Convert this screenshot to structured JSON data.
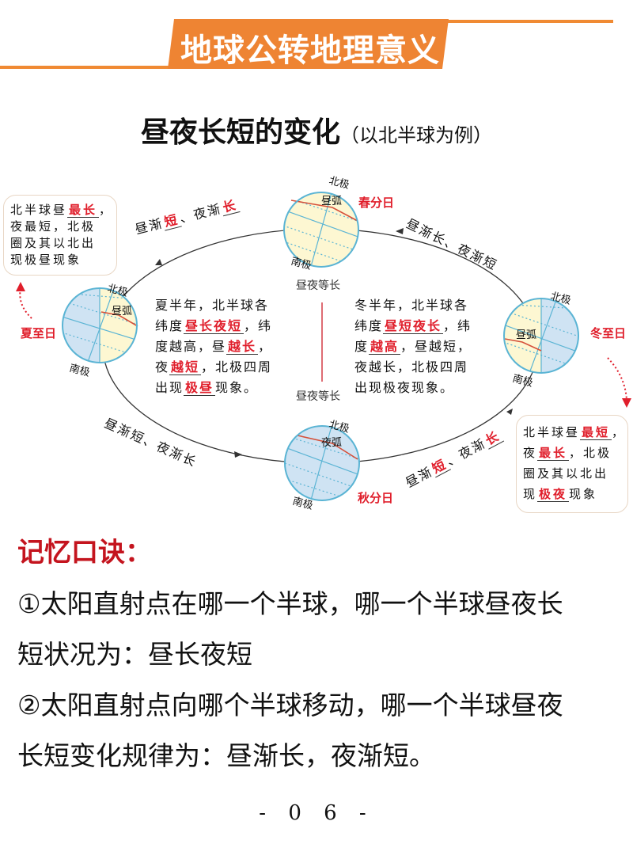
{
  "header": {
    "title": "地球公转地理意义",
    "accent_color": "#ee8433"
  },
  "subtitle": {
    "main": "昼夜长短的变化",
    "note": "（以北半球为例）"
  },
  "diagram": {
    "positions": {
      "spring": {
        "label": "春分日",
        "north": "北极",
        "south": "南极",
        "arc": "昼弧",
        "caption": "昼夜等长"
      },
      "summer": {
        "label": "夏至日",
        "north": "北极",
        "south": "南极",
        "arc": "昼弧"
      },
      "autumn": {
        "label": "秋分日",
        "north": "北极",
        "south": "南极",
        "arc": "夜弧",
        "caption": "昼夜等长"
      },
      "winter": {
        "label": "冬至日",
        "north": "北极",
        "south": "南极",
        "arc": "昼弧"
      }
    },
    "orbit_labels": {
      "spring_to_summer": {
        "prefix": "昼渐",
        "blank1": "短",
        "mid": "、夜渐",
        "blank2": "长"
      },
      "winter_to_spring": "昼渐长、夜渐短",
      "summer_to_autumn": "昼渐短、夜渐长",
      "autumn_to_winter": {
        "prefix": "昼渐",
        "blank1": "短",
        "mid": "、夜渐",
        "blank2": "长"
      }
    },
    "summer_callout": {
      "l1_pre": "北半球昼",
      "l1_blank": "最长",
      "l1_post": "，",
      "l2": "夜最短，北极",
      "l3": "圈及其以北出",
      "l4": "现极昼现象"
    },
    "winter_callout": {
      "l1_pre": "北半球昼",
      "l1_blank": "最短",
      "l1_post": "，",
      "l2_pre": "夜",
      "l2_blank": "最长",
      "l2_post": "，北极",
      "l3": "圈及其以北出",
      "l4_pre": "现",
      "l4_blank": "极夜",
      "l4_post": "现象"
    },
    "summer_half": {
      "l1": "夏半年，北半球各",
      "l2_pre": "纬度",
      "l2_blank": "昼长夜短",
      "l2_post": "，纬",
      "l3_pre": "度越高，昼",
      "l3_blank": "越长",
      "l3_post": "，",
      "l4_pre": "夜",
      "l4_blank": "越短",
      "l4_post": "，北极四周",
      "l5_pre": "出现",
      "l5_blank": "极昼",
      "l5_post": "现象。"
    },
    "winter_half": {
      "l1": "冬半年，北半球各",
      "l2_pre": "纬度",
      "l2_blank": "昼短夜长",
      "l2_post": "，纬",
      "l3_pre": "度",
      "l3_blank": "越高",
      "l3_post": "，昼越短，",
      "l4": "夜越长，北极四周",
      "l5": "出现极夜现象。"
    },
    "colors": {
      "day": "#fdf7d2",
      "night": "#cfe3f3",
      "outline": "#5ab4d4",
      "terminator": "#d5503a",
      "label_red": "#e01e2b"
    }
  },
  "memory": {
    "title": "记忆口诀：",
    "line1": "①太阳直射点在哪一个半球，哪一个半球昼夜长",
    "line2": "短状况为：昼长夜短",
    "line3": "②太阳直射点向哪个半球移动，哪一个半球昼夜",
    "line4": "长短变化规律为：昼渐长，夜渐短。"
  },
  "footer": {
    "page": "- 0 6 -"
  }
}
